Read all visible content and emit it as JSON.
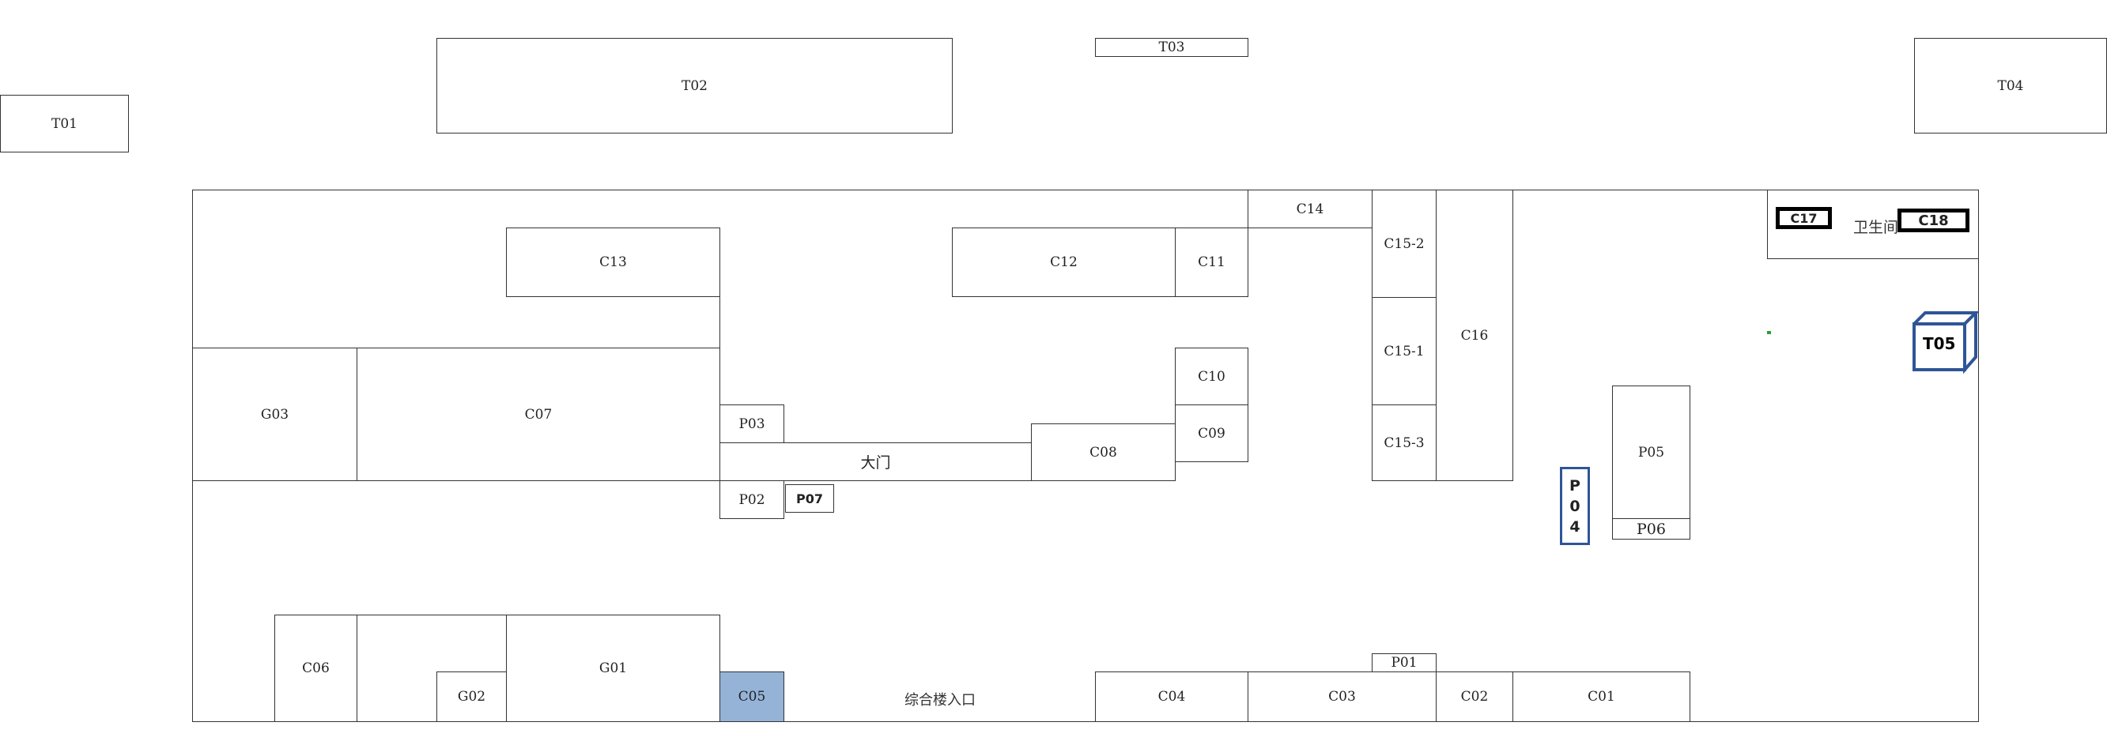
{
  "labels": {
    "T01": "T01",
    "T02": "T02",
    "T03": "T03",
    "T04": "T04",
    "T05": "T05",
    "C01": "C01",
    "C02": "C02",
    "C03": "C03",
    "C04": "C04",
    "C05": "C05",
    "C06": "C06",
    "C07": "C07",
    "C08": "C08",
    "C09": "C09",
    "C10": "C10",
    "C11": "C11",
    "C12": "C12",
    "C13": "C13",
    "C14": "C14",
    "C15_1": "C15-1",
    "C15_2": "C15-2",
    "C15_3": "C15-3",
    "C16": "C16",
    "C17": "C17",
    "C18": "C18",
    "G01": "G01",
    "G02": "G02",
    "G03": "G03",
    "P01": "P01",
    "P02": "P02",
    "P03": "P03",
    "P04_chars": [
      "P",
      "0",
      "4"
    ],
    "P05": "P05",
    "P06": "P06",
    "P07": "P07",
    "main_gate": "大门",
    "complex_entrance": "综合楼入口",
    "restroom": "卫生间"
  },
  "colors": {
    "highlight": "#95b3d7",
    "cube_outline": "#2f5597",
    "marker": "#2e9e2e"
  }
}
